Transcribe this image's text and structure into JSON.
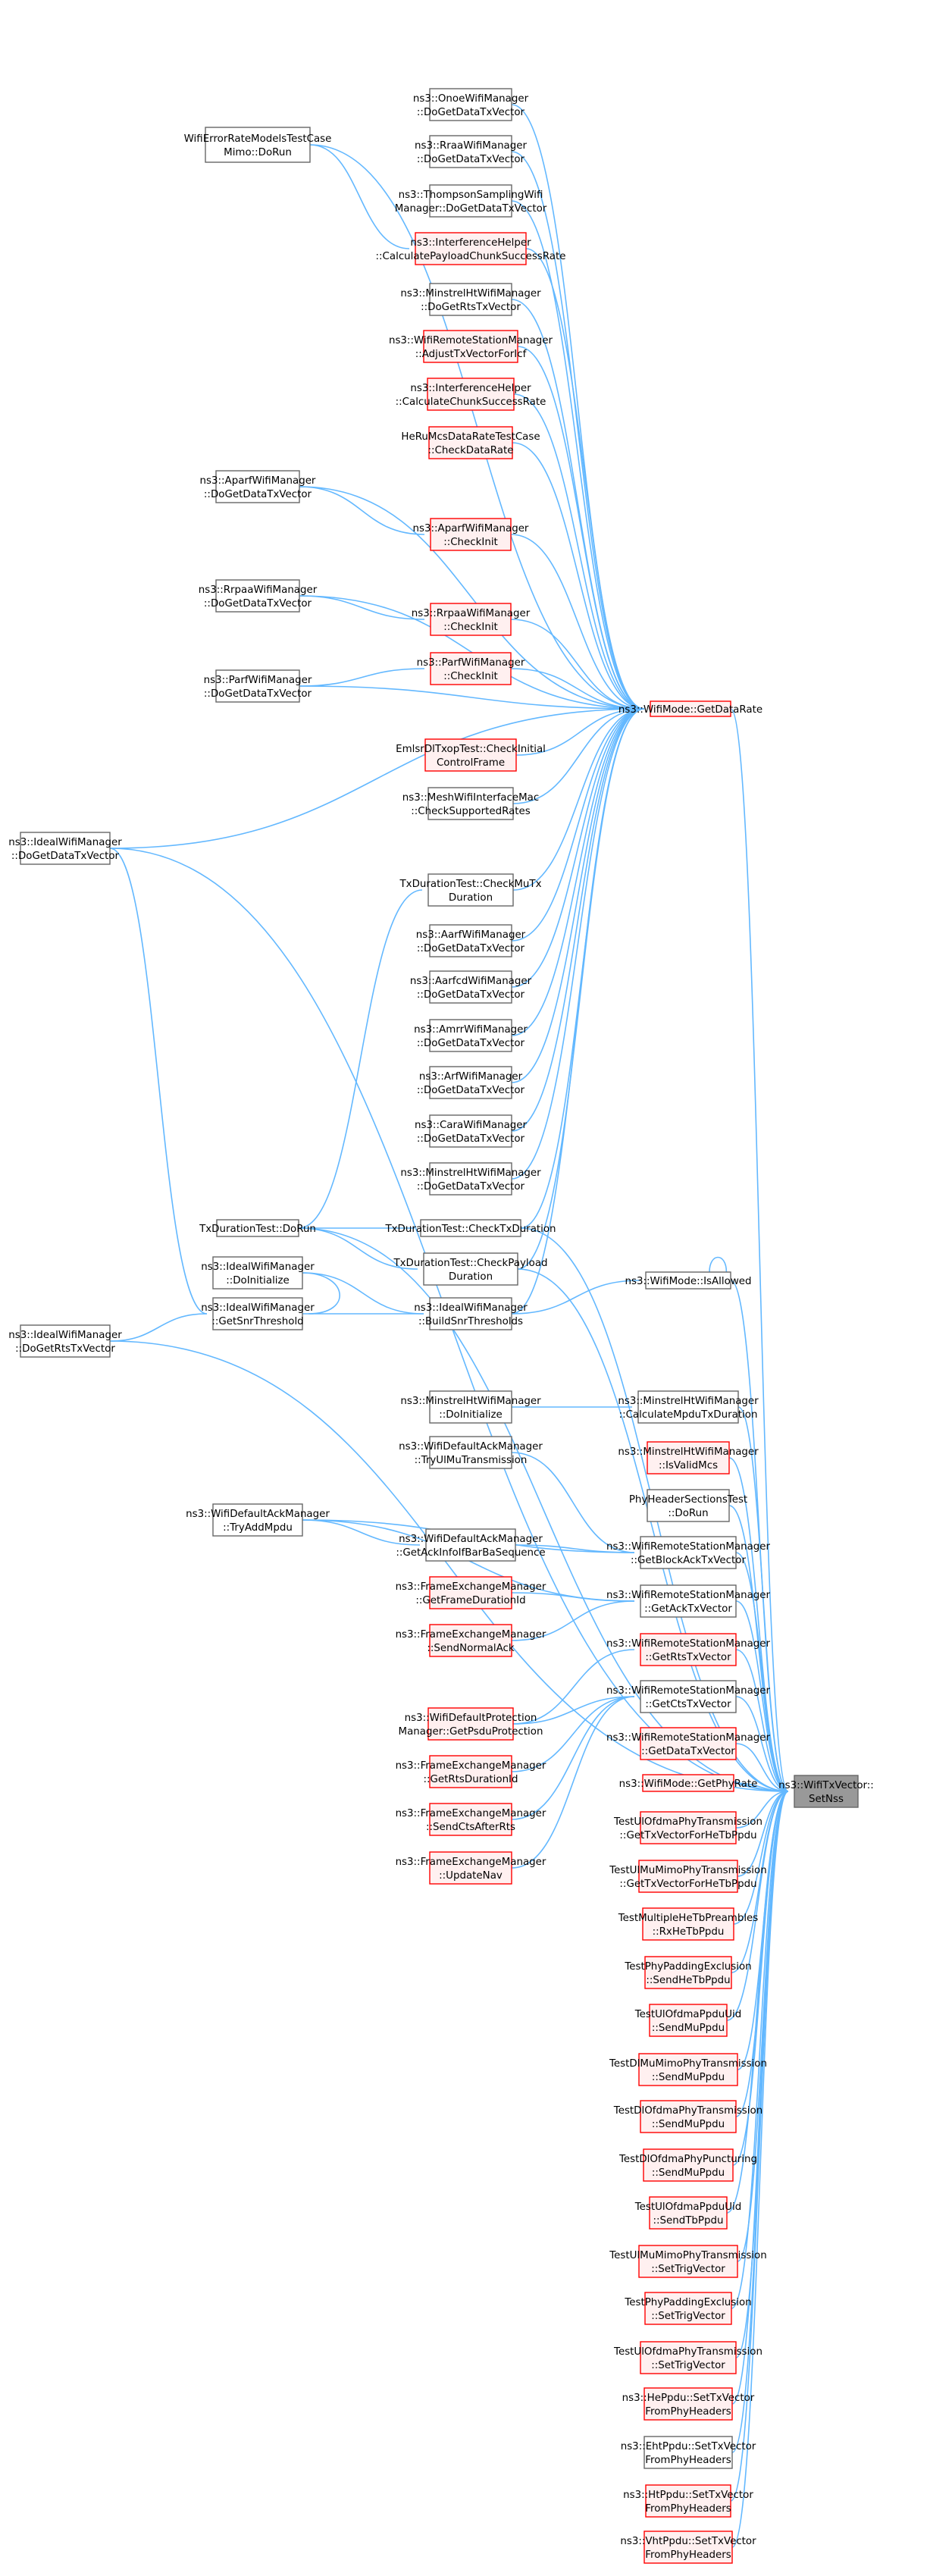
{
  "title": "ns3::WifiTxVector::SetNss call graph",
  "colors": {
    "edge": "#63b8ff",
    "box_border": "#666666",
    "red_border": "#ff0000",
    "red_fill": "#fff0f0",
    "focus_fill": "#999999"
  },
  "nodes": [
    {
      "id": "setnss",
      "lines": [
        "ns3::WifiTxVector::",
        "SetNss"
      ],
      "style": "focus"
    },
    {
      "id": "getdatarate",
      "lines": [
        "ns3::WifiMode::GetDataRate"
      ],
      "style": "red"
    },
    {
      "id": "isallowed",
      "lines": [
        "ns3::WifiMode::IsAllowed"
      ],
      "style": "plain"
    },
    {
      "id": "buildsnr",
      "lines": [
        "ns3::IdealWifiManager",
        "::BuildSnrThresholds"
      ],
      "style": "plain"
    },
    {
      "id": "getsnr",
      "lines": [
        "ns3::IdealWifiManager",
        "::GetSnrThreshold"
      ],
      "style": "plain"
    },
    {
      "id": "idealdoinit",
      "lines": [
        "ns3::IdealWifiManager",
        "::DoInitialize"
      ],
      "style": "plain"
    },
    {
      "id": "idealrts",
      "lines": [
        "ns3::IdealWifiManager",
        "::DoGetRtsTxVector"
      ],
      "style": "plain"
    },
    {
      "id": "idealdata",
      "lines": [
        "ns3::IdealWifiManager",
        "::DoGetDataTxVector"
      ],
      "style": "plain"
    },
    {
      "id": "errmodels",
      "lines": [
        "WifiErrorRateModelsTestCase",
        "Mimo::DoRun"
      ],
      "style": "plain"
    },
    {
      "id": "onoe",
      "lines": [
        "ns3::OnoeWifiManager",
        "::DoGetDataTxVector"
      ],
      "style": "plain"
    },
    {
      "id": "rraa",
      "lines": [
        "ns3::RraaWifiManager",
        "::DoGetDataTxVector"
      ],
      "style": "plain"
    },
    {
      "id": "thompson",
      "lines": [
        "ns3::ThompsonSamplingWifi",
        "Manager::DoGetDataTxVector"
      ],
      "style": "plain"
    },
    {
      "id": "calcpayload",
      "lines": [
        "ns3::InterferenceHelper",
        "::CalculatePayloadChunkSuccessRate"
      ],
      "style": "red"
    },
    {
      "id": "minstrelrts",
      "lines": [
        "ns3::MinstrelHtWifiManager",
        "::DoGetRtsTxVector"
      ],
      "style": "plain"
    },
    {
      "id": "adjust",
      "lines": [
        "ns3::WifiRemoteStationManager",
        "::AdjustTxVectorForIcf"
      ],
      "style": "red"
    },
    {
      "id": "calcchunk",
      "lines": [
        "ns3::InterferenceHelper",
        "::CalculateChunkSuccessRate"
      ],
      "style": "red"
    },
    {
      "id": "herumcs",
      "lines": [
        "HeRuMcsDataRateTestCase",
        "::CheckDataRate"
      ],
      "style": "red"
    },
    {
      "id": "aparfdata",
      "lines": [
        "ns3::AparfWifiManager",
        "::DoGetDataTxVector"
      ],
      "style": "plain"
    },
    {
      "id": "aparfinit",
      "lines": [
        "ns3::AparfWifiManager",
        "::CheckInit"
      ],
      "style": "red"
    },
    {
      "id": "rrpaadata",
      "lines": [
        "ns3::RrpaaWifiManager",
        "::DoGetDataTxVector"
      ],
      "style": "plain"
    },
    {
      "id": "rrpaainit",
      "lines": [
        "ns3::RrpaaWifiManager",
        "::CheckInit"
      ],
      "style": "red"
    },
    {
      "id": "parfdata",
      "lines": [
        "ns3::ParfWifiManager",
        "::DoGetDataTxVector"
      ],
      "style": "plain"
    },
    {
      "id": "parfinit",
      "lines": [
        "ns3::ParfWifiManager",
        "::CheckInit"
      ],
      "style": "red"
    },
    {
      "id": "emlsr",
      "lines": [
        "EmlsrDlTxopTest::CheckInitial",
        "ControlFrame"
      ],
      "style": "red"
    },
    {
      "id": "mesh",
      "lines": [
        "ns3::MeshWifiInterfaceMac",
        "::CheckSupportedRates"
      ],
      "style": "plain"
    },
    {
      "id": "checkmutx",
      "lines": [
        "TxDurationTest::CheckMuTx",
        "Duration"
      ],
      "style": "plain"
    },
    {
      "id": "aarf",
      "lines": [
        "ns3::AarfWifiManager",
        "::DoGetDataTxVector"
      ],
      "style": "plain"
    },
    {
      "id": "aarfcd",
      "lines": [
        "ns3::AarfcdWifiManager",
        "::DoGetDataTxVector"
      ],
      "style": "plain"
    },
    {
      "id": "amrr",
      "lines": [
        "ns3::AmrrWifiManager",
        "::DoGetDataTxVector"
      ],
      "style": "plain"
    },
    {
      "id": "arf",
      "lines": [
        "ns3::ArfWifiManager",
        "::DoGetDataTxVector"
      ],
      "style": "plain"
    },
    {
      "id": "cara",
      "lines": [
        "ns3::CaraWifiManager",
        "::DoGetDataTxVector"
      ],
      "style": "plain"
    },
    {
      "id": "minstreldata",
      "lines": [
        "ns3::MinstrelHtWifiManager",
        "::DoGetDataTxVector"
      ],
      "style": "plain"
    },
    {
      "id": "txdurrun",
      "lines": [
        "TxDurationTest::DoRun"
      ],
      "style": "plain"
    },
    {
      "id": "checktxdur",
      "lines": [
        "TxDurationTest::CheckTxDuration"
      ],
      "style": "plain"
    },
    {
      "id": "checkpayload",
      "lines": [
        "TxDurationTest::CheckPayload",
        "Duration"
      ],
      "style": "plain"
    },
    {
      "id": "minstreldoinit",
      "lines": [
        "ns3::MinstrelHtWifiManager",
        "::DoInitialize"
      ],
      "style": "plain"
    },
    {
      "id": "calcmpdu",
      "lines": [
        "ns3::MinstrelHtWifiManager",
        "::CalculateMpduTxDuration"
      ],
      "style": "plain"
    },
    {
      "id": "isvalidmcs",
      "lines": [
        "ns3::MinstrelHtWifiManager",
        "::IsValidMcs"
      ],
      "style": "red"
    },
    {
      "id": "phyheader",
      "lines": [
        "PhyHeaderSectionsTest",
        "::DoRun"
      ],
      "style": "plain"
    },
    {
      "id": "tryul",
      "lines": [
        "ns3::WifiDefaultAckManager",
        "::TryUlMuTransmission"
      ],
      "style": "plain"
    },
    {
      "id": "tryadd",
      "lines": [
        "ns3::WifiDefaultAckManager",
        "::TryAddMpdu"
      ],
      "style": "plain"
    },
    {
      "id": "getackinfo",
      "lines": [
        "ns3::WifiDefaultAckManager",
        "::GetAckInfoIfBarBaSequence"
      ],
      "style": "plain"
    },
    {
      "id": "getblockack",
      "lines": [
        "ns3::WifiRemoteStationManager",
        "::GetBlockAckTxVector"
      ],
      "style": "plain"
    },
    {
      "id": "getframedur",
      "lines": [
        "ns3::FrameExchangeManager",
        "::GetFrameDurationId"
      ],
      "style": "red"
    },
    {
      "id": "sendnormalack",
      "lines": [
        "ns3::FrameExchangeManager",
        "::SendNormalAck"
      ],
      "style": "red"
    },
    {
      "id": "getack",
      "lines": [
        "ns3::WifiRemoteStationManager",
        "::GetAckTxVector"
      ],
      "style": "plain"
    },
    {
      "id": "getrts",
      "lines": [
        "ns3::WifiRemoteStationManager",
        "::GetRtsTxVector"
      ],
      "style": "red"
    },
    {
      "id": "getpsdu",
      "lines": [
        "ns3::WifiDefaultProtection",
        "Manager::GetPsduProtection"
      ],
      "style": "red"
    },
    {
      "id": "getrtsdur",
      "lines": [
        "ns3::FrameExchangeManager",
        "::GetRtsDurationId"
      ],
      "style": "red"
    },
    {
      "id": "sendcts",
      "lines": [
        "ns3::FrameExchangeManager",
        "::SendCtsAfterRts"
      ],
      "style": "red"
    },
    {
      "id": "updatenav",
      "lines": [
        "ns3::FrameExchangeManager",
        "::UpdateNav"
      ],
      "style": "red"
    },
    {
      "id": "getcts",
      "lines": [
        "ns3::WifiRemoteStationManager",
        "::GetCtsTxVector"
      ],
      "style": "plain"
    },
    {
      "id": "getdatatx",
      "lines": [
        "ns3::WifiRemoteStationManager",
        "::GetDataTxVector"
      ],
      "style": "red"
    },
    {
      "id": "getphyrate",
      "lines": [
        "ns3::WifiMode::GetPhyRate"
      ],
      "style": "red"
    },
    {
      "id": "ulofdmhetb",
      "lines": [
        "TestUlOfdmaPhyTransmission",
        "::GetTxVectorForHeTbPpdu"
      ],
      "style": "red"
    },
    {
      "id": "ulmimohetb",
      "lines": [
        "TestUlMuMimoPhyTransmission",
        "::GetTxVectorForHeTbPpdu"
      ],
      "style": "red"
    },
    {
      "id": "multiplehetb",
      "lines": [
        "TestMultipleHeTbPreambles",
        "::RxHeTbPpdu"
      ],
      "style": "red"
    },
    {
      "id": "padsendhetb",
      "lines": [
        "TestPhyPaddingExclusion",
        "::SendHeTbPpdu"
      ],
      "style": "red"
    },
    {
      "id": "ulppduuidmu",
      "lines": [
        "TestUlOfdmaPpduUid",
        "::SendMuPpdu"
      ],
      "style": "red"
    },
    {
      "id": "dlmimosendmu",
      "lines": [
        "TestDlMuMimoPhyTransmission",
        "::SendMuPpdu"
      ],
      "style": "red"
    },
    {
      "id": "dlofdmsendmu",
      "lines": [
        "TestDlOfdmaPhyTransmission",
        "::SendMuPpdu"
      ],
      "style": "red"
    },
    {
      "id": "dlpunct",
      "lines": [
        "TestDlOfdmaPhyPuncturing",
        "::SendMuPpdu"
      ],
      "style": "red"
    },
    {
      "id": "ulppduuidtb",
      "lines": [
        "TestUlOfdmaPpduUid",
        "::SendTbPpdu"
      ],
      "style": "red"
    },
    {
      "id": "ulmimotrig",
      "lines": [
        "TestUlMuMimoPhyTransmission",
        "::SetTrigVector"
      ],
      "style": "red"
    },
    {
      "id": "padtrig",
      "lines": [
        "TestPhyPaddingExclusion",
        "::SetTrigVector"
      ],
      "style": "red"
    },
    {
      "id": "ulofdmtrig",
      "lines": [
        "TestUlOfdmaPhyTransmission",
        "::SetTrigVector"
      ],
      "style": "red"
    },
    {
      "id": "heppdu",
      "lines": [
        "ns3::HePpdu::SetTxVector",
        "FromPhyHeaders"
      ],
      "style": "red"
    },
    {
      "id": "ehtppdu",
      "lines": [
        "ns3::EhtPpdu::SetTxVector",
        "FromPhyHeaders"
      ],
      "style": "plain"
    },
    {
      "id": "htppdu",
      "lines": [
        "ns3::HtPpdu::SetTxVector",
        "FromPhyHeaders"
      ],
      "style": "red"
    },
    {
      "id": "vhtppdu",
      "lines": [
        "ns3::VhtPpdu::SetTxVector",
        "FromPhyHeaders"
      ],
      "style": "red"
    }
  ],
  "edges": [
    [
      "getdatarate",
      "setnss"
    ],
    [
      "isallowed",
      "setnss"
    ],
    [
      "buildsnr",
      "isallowed"
    ],
    [
      "isallowed",
      "isallowed"
    ],
    [
      "getsnr",
      "buildsnr"
    ],
    [
      "idealdoinit",
      "getsnr"
    ],
    [
      "idealrts",
      "getsnr"
    ],
    [
      "idealdata",
      "getsnr"
    ],
    [
      "buildsnr",
      "getdatarate"
    ],
    [
      "idealdoinit",
      "buildsnr"
    ],
    [
      "txdurrun",
      "checktxdur"
    ],
    [
      "txdurrun",
      "checkmutx"
    ],
    [
      "txdurrun",
      "setnss"
    ],
    [
      "checktxdur",
      "getdatarate"
    ],
    [
      "checktxdur",
      "setnss"
    ],
    [
      "checkpayload",
      "getdatarate"
    ],
    [
      "checkpayload",
      "setnss"
    ],
    [
      "txdurrun",
      "checkpayload"
    ],
    [
      "checkmutx",
      "getdatarate"
    ],
    [
      "onoe",
      "getdatarate"
    ],
    [
      "rraa",
      "getdatarate"
    ],
    [
      "thompson",
      "getdatarate"
    ],
    [
      "calcpayload",
      "getdatarate"
    ],
    [
      "minstrelrts",
      "getdatarate"
    ],
    [
      "adjust",
      "getdatarate"
    ],
    [
      "calcchunk",
      "getdatarate"
    ],
    [
      "herumcs",
      "getdatarate"
    ],
    [
      "aparfdata",
      "getdatarate"
    ],
    [
      "aparfdata",
      "aparfinit"
    ],
    [
      "aparfinit",
      "getdatarate"
    ],
    [
      "rrpaadata",
      "getdatarate"
    ],
    [
      "rrpaadata",
      "rrpaainit"
    ],
    [
      "rrpaainit",
      "getdatarate"
    ],
    [
      "parfdata",
      "getdatarate"
    ],
    [
      "parfdata",
      "parfinit"
    ],
    [
      "parfinit",
      "getdatarate"
    ],
    [
      "emlsr",
      "getdatarate"
    ],
    [
      "mesh",
      "getdatarate"
    ],
    [
      "idealdata",
      "getdatarate"
    ],
    [
      "errmodels",
      "calcpayload"
    ],
    [
      "errmodels",
      "getdatarate"
    ],
    [
      "idealdata",
      "setnss"
    ],
    [
      "idealrts",
      "setnss"
    ],
    [
      "aarf",
      "getdatarate"
    ],
    [
      "aarfcd",
      "getdatarate"
    ],
    [
      "amrr",
      "getdatarate"
    ],
    [
      "arf",
      "getdatarate"
    ],
    [
      "cara",
      "getdatarate"
    ],
    [
      "minstreldata",
      "getdatarate"
    ],
    [
      "minstreldoinit",
      "calcmpdu"
    ],
    [
      "calcmpdu",
      "setnss"
    ],
    [
      "isvalidmcs",
      "setnss"
    ],
    [
      "phyheader",
      "setnss"
    ],
    [
      "tryul",
      "getblockack"
    ],
    [
      "tryadd",
      "getackinfo"
    ],
    [
      "tryadd",
      "getblockack"
    ],
    [
      "tryadd",
      "getack"
    ],
    [
      "getackinfo",
      "getblockack"
    ],
    [
      "getblockack",
      "setnss"
    ],
    [
      "getframedur",
      "getack"
    ],
    [
      "sendnormalack",
      "getack"
    ],
    [
      "getack",
      "setnss"
    ],
    [
      "getrts",
      "setnss"
    ],
    [
      "getpsdu",
      "getrts"
    ],
    [
      "getpsdu",
      "getcts"
    ],
    [
      "getrtsdur",
      "getcts"
    ],
    [
      "sendcts",
      "getcts"
    ],
    [
      "updatenav",
      "getcts"
    ],
    [
      "getcts",
      "setnss"
    ],
    [
      "getdatatx",
      "setnss"
    ],
    [
      "getphyrate",
      "setnss"
    ],
    [
      "ulofdmhetb",
      "setnss"
    ],
    [
      "ulmimohetb",
      "setnss"
    ],
    [
      "multiplehetb",
      "setnss"
    ],
    [
      "padsendhetb",
      "setnss"
    ],
    [
      "ulppduuidmu",
      "setnss"
    ],
    [
      "dlmimosendmu",
      "setnss"
    ],
    [
      "dlofdmsendmu",
      "setnss"
    ],
    [
      "dlpunct",
      "setnss"
    ],
    [
      "ulppduuidtb",
      "setnss"
    ],
    [
      "ulmimotrig",
      "setnss"
    ],
    [
      "padtrig",
      "setnss"
    ],
    [
      "ulofdmtrig",
      "setnss"
    ],
    [
      "heppdu",
      "setnss"
    ],
    [
      "ehtppdu",
      "setnss"
    ],
    [
      "htppdu",
      "setnss"
    ],
    [
      "vhtppdu",
      "setnss"
    ]
  ]
}
